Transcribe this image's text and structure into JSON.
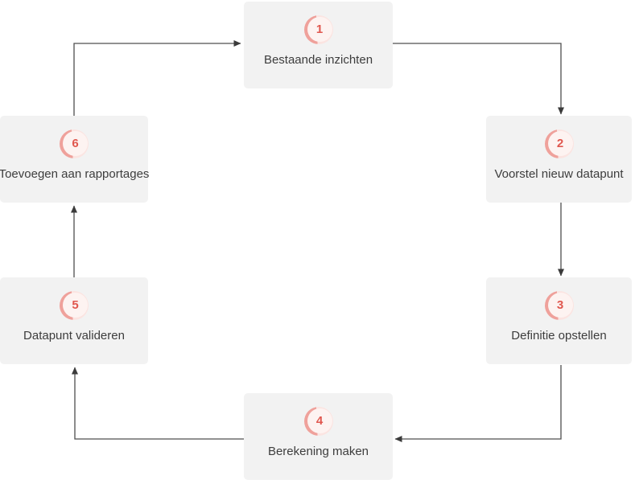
{
  "diagram": {
    "steps": [
      {
        "number": "1",
        "label": "Bestaande inzichten"
      },
      {
        "number": "2",
        "label": "Voorstel nieuw datapunt"
      },
      {
        "number": "3",
        "label": "Definitie opstellen"
      },
      {
        "number": "4",
        "label": "Berekening maken"
      },
      {
        "number": "5",
        "label": "Datapunt valideren"
      },
      {
        "number": "6",
        "label": "Toevoegen aan rapportages"
      }
    ],
    "connections": [
      {
        "from": "1",
        "to": "2"
      },
      {
        "from": "2",
        "to": "3"
      },
      {
        "from": "3",
        "to": "4"
      },
      {
        "from": "4",
        "to": "5"
      },
      {
        "from": "5",
        "to": "6"
      },
      {
        "from": "6",
        "to": "1"
      }
    ],
    "colors": {
      "canvas_background": "#ffffff",
      "box_background": "#f2f2f2",
      "badge_ring_dark": "#efa19b",
      "badge_ring_light": "#fbe4e1",
      "badge_fill": "#fdf3f1",
      "badge_number": "#e0574e",
      "label_text": "#3d3d3d",
      "arrow_line": "#4f4f4f",
      "arrow_head": "#3b3b3b"
    }
  }
}
